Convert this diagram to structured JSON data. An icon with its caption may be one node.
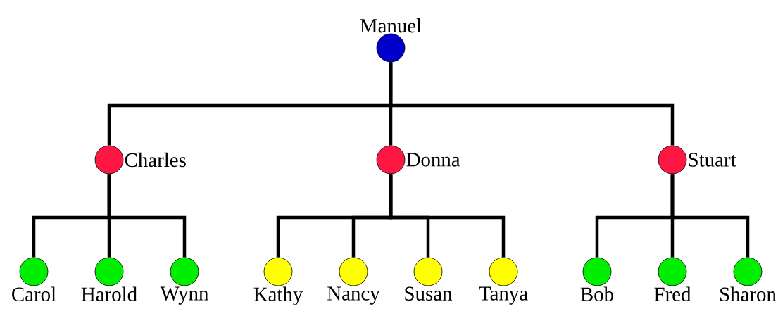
{
  "diagram": {
    "nodes": [
      {
        "text": [],
        "shape": "circle",
        "beside": [
          "Manuel"
        ]
      },
      {
        "text": [],
        "shape": "circle",
        "beside": [
          "Charles"
        ]
      },
      {
        "text": [],
        "shape": "circle",
        "beside": [
          "Donna"
        ]
      },
      {
        "text": [],
        "shape": "circle",
        "beside": [
          "Stuart"
        ]
      },
      {
        "text": [],
        "shape": "circle",
        "beside": [
          "Carol"
        ]
      },
      {
        "text": [],
        "shape": "circle",
        "beside": [
          "Harold"
        ]
      },
      {
        "text": [],
        "shape": "circle",
        "beside": [
          "Wynn"
        ]
      },
      {
        "text": [],
        "shape": "circle",
        "beside": [
          "Kathy"
        ]
      },
      {
        "text": [],
        "shape": "circle",
        "beside": [
          "Nancy"
        ]
      },
      {
        "text": [],
        "shape": "circle",
        "beside": [
          "Susan"
        ]
      },
      {
        "text": [],
        "shape": "circle",
        "beside": [
          "Tanya"
        ]
      },
      {
        "text": [],
        "shape": "circle",
        "beside": [
          "Bob"
        ]
      },
      {
        "text": [],
        "shape": "circle",
        "beside": [
          "Fred"
        ]
      },
      {
        "text": [],
        "shape": "circle",
        "beside": [
          "Sharon"
        ]
      }
    ],
    "edges": [
      {
        "from": 0,
        "to": 1,
        "arrow": "none"
      },
      {
        "from": 0,
        "to": 2,
        "arrow": "none"
      },
      {
        "from": 0,
        "to": 3,
        "arrow": "none"
      },
      {
        "from": 1,
        "to": 4,
        "arrow": "none"
      },
      {
        "from": 1,
        "to": 5,
        "arrow": "none"
      },
      {
        "from": 1,
        "to": 6,
        "arrow": "none"
      },
      {
        "from": 2,
        "to": 7,
        "arrow": "none"
      },
      {
        "from": 2,
        "to": 8,
        "arrow": "none"
      },
      {
        "from": 2,
        "to": 9,
        "arrow": "none"
      },
      {
        "from": 2,
        "to": 10,
        "arrow": "none"
      },
      {
        "from": 3,
        "to": 11,
        "arrow": "none"
      },
      {
        "from": 3,
        "to": 12,
        "arrow": "none"
      },
      {
        "from": 3,
        "to": 13,
        "arrow": "none"
      }
    ]
  }
}
